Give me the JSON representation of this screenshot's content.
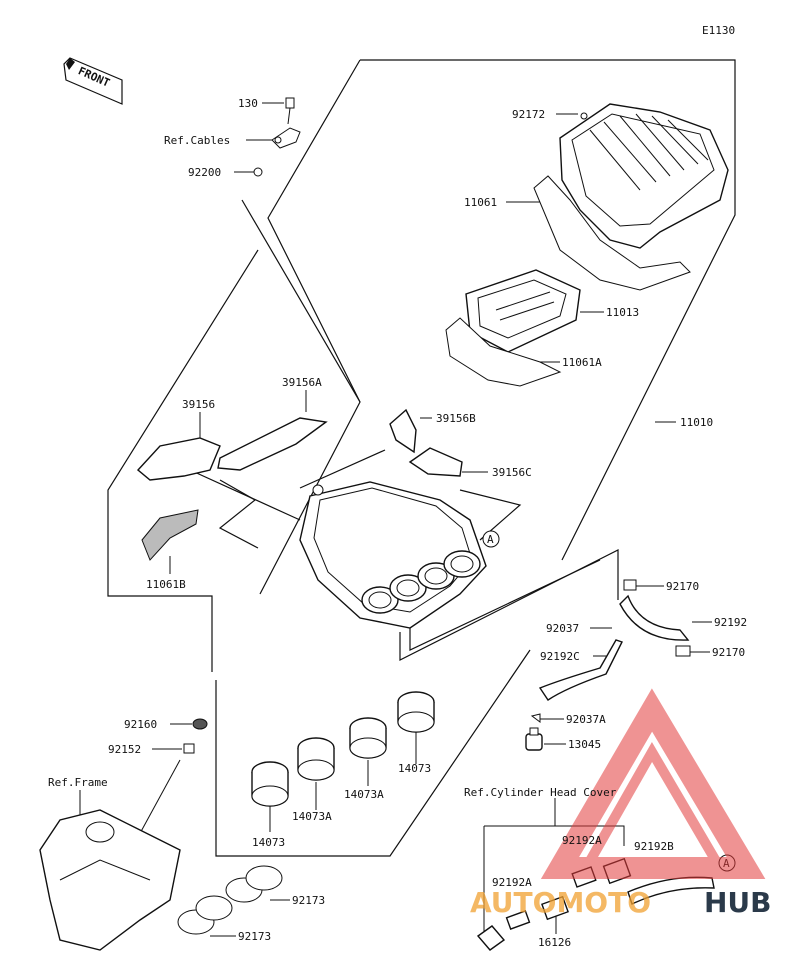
{
  "diagram_code": "E1130",
  "front_label": "FRONT",
  "watermark": {
    "text_a": "AUTOMOTO",
    "text_b": "HUB",
    "color_red": "#e23b3b",
    "color_dark": "#2b3a4a"
  },
  "labels": {
    "p130": "130",
    "ref_cables": "Ref.Cables",
    "p92200": "92200",
    "p92172": "92172",
    "p11061": "11061",
    "p11013": "11013",
    "p11061a": "11061A",
    "p11010": "11010",
    "p39156": "39156",
    "p39156a": "39156A",
    "p39156b": "39156B",
    "p39156c": "39156C",
    "p11061b": "11061B",
    "ref_a_1": "A",
    "p92170_top": "92170",
    "p92192": "92192",
    "p92170_bot": "92170",
    "p92037": "92037",
    "p92192c": "92192C",
    "p92037a": "92037A",
    "p13045": "13045",
    "p92160": "92160",
    "p92152": "92152",
    "ref_frame": "Ref.Frame",
    "p14073_a": "14073",
    "p14073a_a": "14073A",
    "p14073a_b": "14073A",
    "p14073_b": "14073",
    "ref_cyl": "Ref.Cylinder Head Cover",
    "p92192a_1": "92192A",
    "p92192b": "92192B",
    "p92192a_2": "92192A",
    "p16126": "16126",
    "ref_a_2": "A",
    "p92173_a": "92173",
    "p92173_b": "92173"
  }
}
